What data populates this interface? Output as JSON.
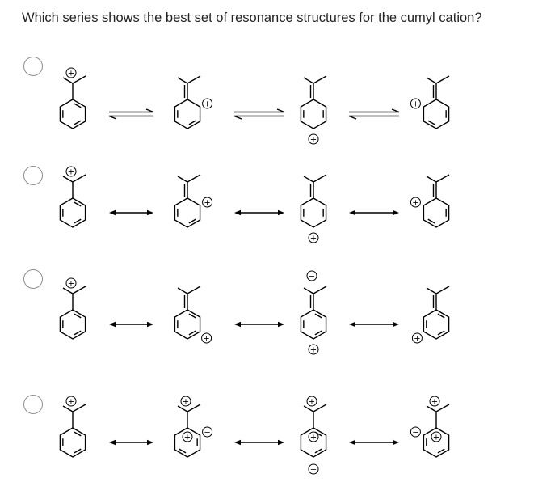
{
  "question": {
    "text": "Which series shows the best set of resonance structures for the cumyl cation?"
  },
  "charge_symbols": {
    "positive": "+",
    "negative": "−"
  },
  "options": [
    {
      "arrow_type": "equilibrium",
      "structures": [
        {
          "exocyclic_double_bond": false,
          "ring_double_bonds": [
            0,
            2,
            4
          ],
          "charges": [
            {
              "sign": "positive",
              "at": "benzylic"
            }
          ]
        },
        {
          "exocyclic_double_bond": true,
          "ring_double_bonds": [
            2,
            4
          ],
          "charges": [
            {
              "sign": "positive",
              "at": "ortho-right"
            }
          ]
        },
        {
          "exocyclic_double_bond": true,
          "ring_double_bonds": [
            1,
            4
          ],
          "charges": [
            {
              "sign": "positive",
              "at": "para"
            }
          ]
        },
        {
          "exocyclic_double_bond": true,
          "ring_double_bonds": [
            1,
            3
          ],
          "charges": [
            {
              "sign": "positive",
              "at": "ortho-left"
            }
          ]
        }
      ]
    },
    {
      "arrow_type": "resonance",
      "structures": [
        {
          "exocyclic_double_bond": false,
          "ring_double_bonds": [
            0,
            2,
            4
          ],
          "charges": [
            {
              "sign": "positive",
              "at": "benzylic"
            }
          ]
        },
        {
          "exocyclic_double_bond": true,
          "ring_double_bonds": [
            2,
            4
          ],
          "charges": [
            {
              "sign": "positive",
              "at": "ortho-right"
            }
          ]
        },
        {
          "exocyclic_double_bond": true,
          "ring_double_bonds": [
            1,
            4
          ],
          "charges": [
            {
              "sign": "positive",
              "at": "para"
            }
          ]
        },
        {
          "exocyclic_double_bond": true,
          "ring_double_bonds": [
            1,
            3
          ],
          "charges": [
            {
              "sign": "positive",
              "at": "ortho-left"
            }
          ]
        }
      ]
    },
    {
      "arrow_type": "resonance",
      "structures": [
        {
          "exocyclic_double_bond": false,
          "ring_double_bonds": [
            0,
            2,
            4
          ],
          "charges": [
            {
              "sign": "positive",
              "at": "benzylic"
            }
          ]
        },
        {
          "exocyclic_double_bond": true,
          "ring_double_bonds": [
            0,
            2,
            4
          ],
          "charges": [
            {
              "sign": "positive",
              "at": "meta-right"
            }
          ]
        },
        {
          "exocyclic_double_bond": true,
          "ring_double_bonds": [
            0,
            2,
            4
          ],
          "charges": [
            {
              "sign": "negative",
              "at": "above"
            },
            {
              "sign": "positive",
              "at": "para"
            }
          ]
        },
        {
          "exocyclic_double_bond": true,
          "ring_double_bonds": [
            0,
            2,
            4
          ],
          "charges": [
            {
              "sign": "positive",
              "at": "meta-left"
            }
          ]
        }
      ]
    },
    {
      "arrow_type": "resonance",
      "structures": [
        {
          "exocyclic_double_bond": false,
          "ring_double_bonds": [
            0,
            2,
            4
          ],
          "charges": [
            {
              "sign": "positive",
              "at": "benzylic"
            }
          ]
        },
        {
          "exocyclic_double_bond": false,
          "ring_double_bonds": [
            1,
            3
          ],
          "charges": [
            {
              "sign": "positive",
              "at": "benzylic"
            },
            {
              "sign": "positive",
              "at": "ipso"
            },
            {
              "sign": "negative",
              "at": "ortho-right"
            }
          ]
        },
        {
          "exocyclic_double_bond": false,
          "ring_double_bonds": [
            0,
            2
          ],
          "charges": [
            {
              "sign": "positive",
              "at": "benzylic"
            },
            {
              "sign": "positive",
              "at": "ipso"
            },
            {
              "sign": "negative",
              "at": "para-below"
            }
          ]
        },
        {
          "exocyclic_double_bond": false,
          "ring_double_bonds": [
            2,
            4
          ],
          "charges": [
            {
              "sign": "positive",
              "at": "benzylic"
            },
            {
              "sign": "positive",
              "at": "ipso"
            },
            {
              "sign": "negative",
              "at": "ortho-left"
            }
          ]
        }
      ]
    }
  ]
}
